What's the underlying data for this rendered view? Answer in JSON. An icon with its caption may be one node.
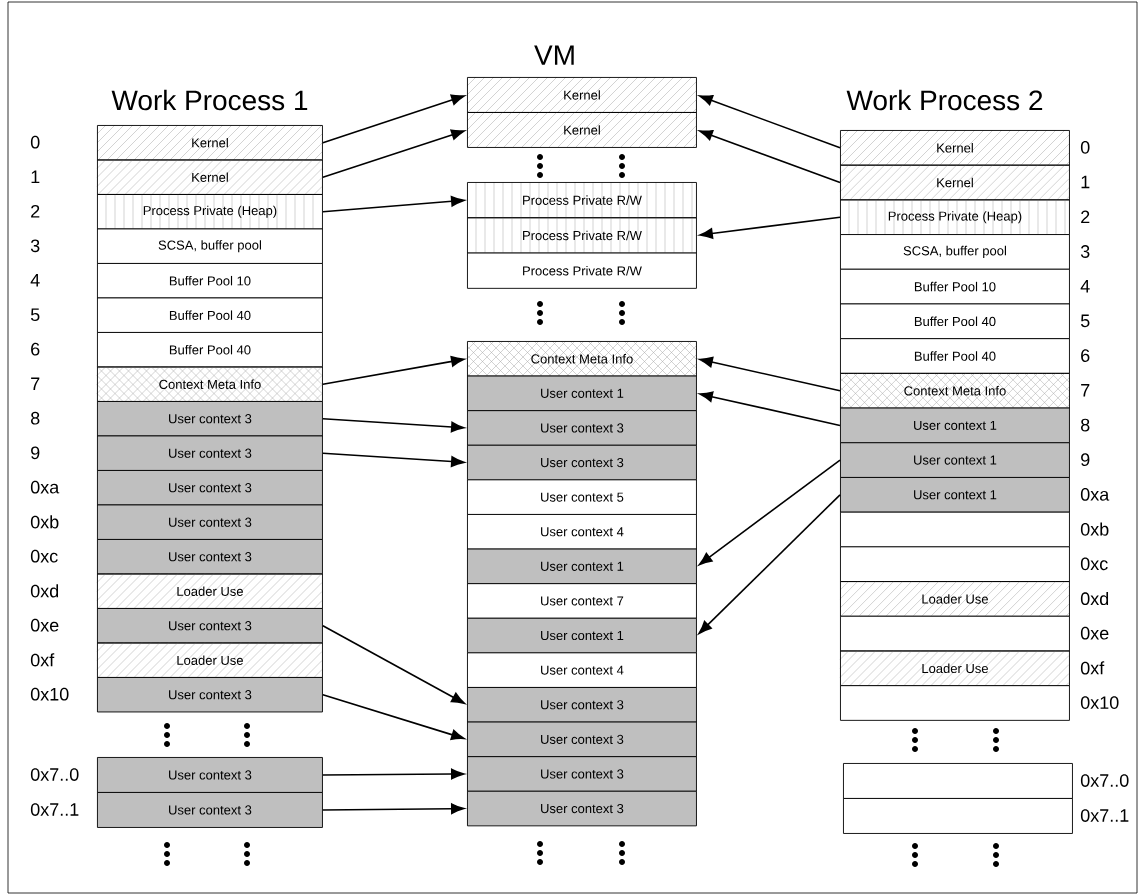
{
  "diagram": {
    "nodes": [
      {
        "text": [
          "Kernel"
        ]
      },
      {
        "text": [
          "Kernel"
        ]
      },
      {
        "text": [
          "Process Private (Heap)"
        ]
      },
      {
        "text": [
          "SCSA, buffer pool"
        ]
      },
      {
        "text": [
          "Buffer Pool 10"
        ]
      },
      {
        "text": [
          "Buffer Pool 40"
        ]
      },
      {
        "text": [
          "Buffer Pool 40"
        ]
      },
      {
        "text": [
          "Context Meta Info"
        ]
      },
      {
        "text": [
          "User context 3"
        ]
      },
      {
        "text": [
          "User context 3"
        ]
      },
      {
        "text": [
          "User context 3"
        ]
      },
      {
        "text": [
          "User context 3"
        ]
      },
      {
        "text": [
          "User context 3"
        ]
      },
      {
        "text": [
          "Loader Use"
        ]
      },
      {
        "text": [
          "User context 3"
        ]
      },
      {
        "text": [
          "Loader Use"
        ]
      },
      {
        "text": [
          "User context 3"
        ]
      },
      {
        "text": [
          "User context 3"
        ]
      },
      {
        "text": [
          "User context 3"
        ]
      },
      {
        "text": [
          "Kernel"
        ]
      },
      {
        "text": [
          "Kernel"
        ]
      },
      {
        "text": [
          "Process Private R/W"
        ]
      },
      {
        "text": [
          "Process Private R/W"
        ]
      },
      {
        "text": [
          "Process Private R/W"
        ]
      },
      {
        "text": [
          "Context Meta Info"
        ]
      },
      {
        "text": [
          "User context 1"
        ]
      },
      {
        "text": [
          "User context 3"
        ]
      },
      {
        "text": [
          "User context 3"
        ]
      },
      {
        "text": [
          "User context 5"
        ]
      },
      {
        "text": [
          "User context 4"
        ]
      },
      {
        "text": [
          "User context 1"
        ]
      },
      {
        "text": [
          "User context 7"
        ]
      },
      {
        "text": [
          "User context 1"
        ]
      },
      {
        "text": [
          "User context 4"
        ]
      },
      {
        "text": [
          "User context 3"
        ]
      },
      {
        "text": [
          "User context 3"
        ]
      },
      {
        "text": [
          "User context 3"
        ]
      },
      {
        "text": [
          "User context 3"
        ]
      },
      {
        "text": [
          "Kernel"
        ]
      },
      {
        "text": [
          "Kernel"
        ]
      },
      {
        "text": [
          "Process Private (Heap)"
        ]
      },
      {
        "text": [
          "SCSA, buffer pool"
        ]
      },
      {
        "text": [
          "Buffer Pool 10"
        ]
      },
      {
        "text": [
          "Buffer Pool 40"
        ]
      },
      {
        "text": [
          "Buffer Pool 40"
        ]
      },
      {
        "text": [
          "Context Meta Info"
        ]
      },
      {
        "text": [
          "User context 1"
        ]
      },
      {
        "text": [
          "User context 1"
        ]
      },
      {
        "text": [
          "User context 1"
        ]
      },
      {
        "text": [],
        "shape": "box"
      },
      {
        "text": [],
        "shape": "box"
      },
      {
        "text": [
          "Loader Use"
        ]
      },
      {
        "text": [],
        "shape": "box"
      },
      {
        "text": [
          "Loader Use"
        ]
      },
      {
        "text": [],
        "shape": "box"
      },
      {
        "text": [],
        "shape": "box"
      },
      {
        "text": [],
        "shape": "box"
      }
    ],
    "edges": [
      {
        "from": 0,
        "to": 19,
        "arrow": "to"
      },
      {
        "from": 1,
        "to": 20,
        "arrow": "to"
      },
      {
        "from": 2,
        "to": 21,
        "arrow": "to"
      },
      {
        "from": 7,
        "to": 24,
        "arrow": "to"
      },
      {
        "from": 8,
        "to": 26,
        "arrow": "to"
      },
      {
        "from": 9,
        "to": 27,
        "arrow": "to"
      },
      {
        "from": 14,
        "to": 34,
        "arrow": "to"
      },
      {
        "from": 16,
        "to": 35,
        "arrow": "to"
      },
      {
        "from": 17,
        "to": 36,
        "arrow": "to"
      },
      {
        "from": 18,
        "to": 37,
        "arrow": "to"
      },
      {
        "from": 38,
        "to": 19,
        "arrow": "to"
      },
      {
        "from": 39,
        "to": 20,
        "arrow": "to"
      },
      {
        "from": 40,
        "to": 22,
        "arrow": "to"
      },
      {
        "from": 45,
        "to": 24,
        "arrow": "to"
      },
      {
        "from": 46,
        "to": 25,
        "arrow": "to"
      },
      {
        "from": 47,
        "to": 30,
        "arrow": "to"
      },
      {
        "from": 48,
        "to": 32,
        "arrow": "to"
      }
    ],
    "labels": [
      "VM",
      "Work Process 1",
      "Work Process 2",
      "0",
      "1",
      "2",
      "3",
      "4",
      "5",
      "6",
      "7",
      "8",
      "9",
      "0xa",
      "0xb",
      "0xc",
      "0xd",
      "0xe",
      "0xf",
      "0x10",
      "0x7..0",
      "0x7..1",
      "0",
      "1",
      "2",
      "3",
      "4",
      "5",
      "6",
      "7",
      "8",
      "9",
      "0xa",
      "0xb",
      "0xc",
      "0xd",
      "0xe",
      "0xf",
      "0x10",
      "0x7..0",
      "0x7..1"
    ]
  }
}
